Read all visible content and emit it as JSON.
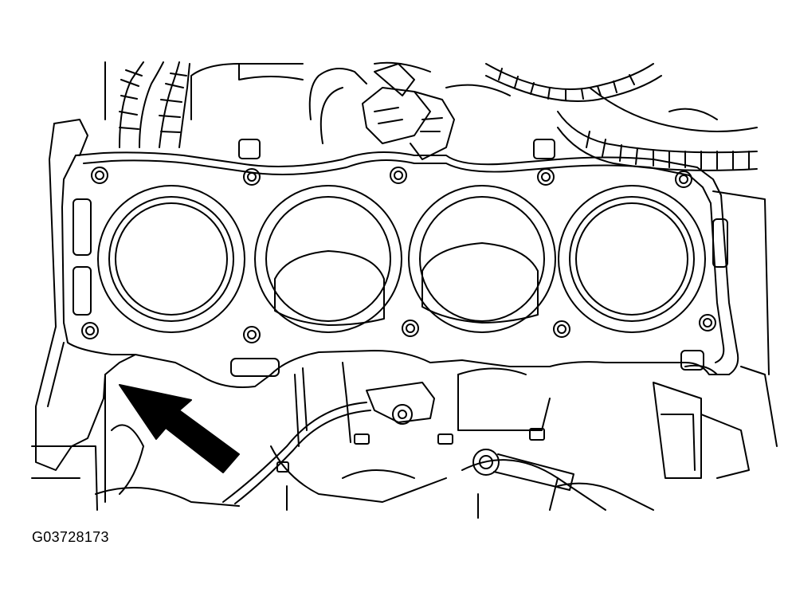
{
  "figure": {
    "id_label": "G03728173",
    "ink_color": "#000000",
    "paper_color": "#ffffff"
  },
  "gasket": {
    "cylinder_bore_count": 4,
    "bolt_hole_count": 10
  }
}
